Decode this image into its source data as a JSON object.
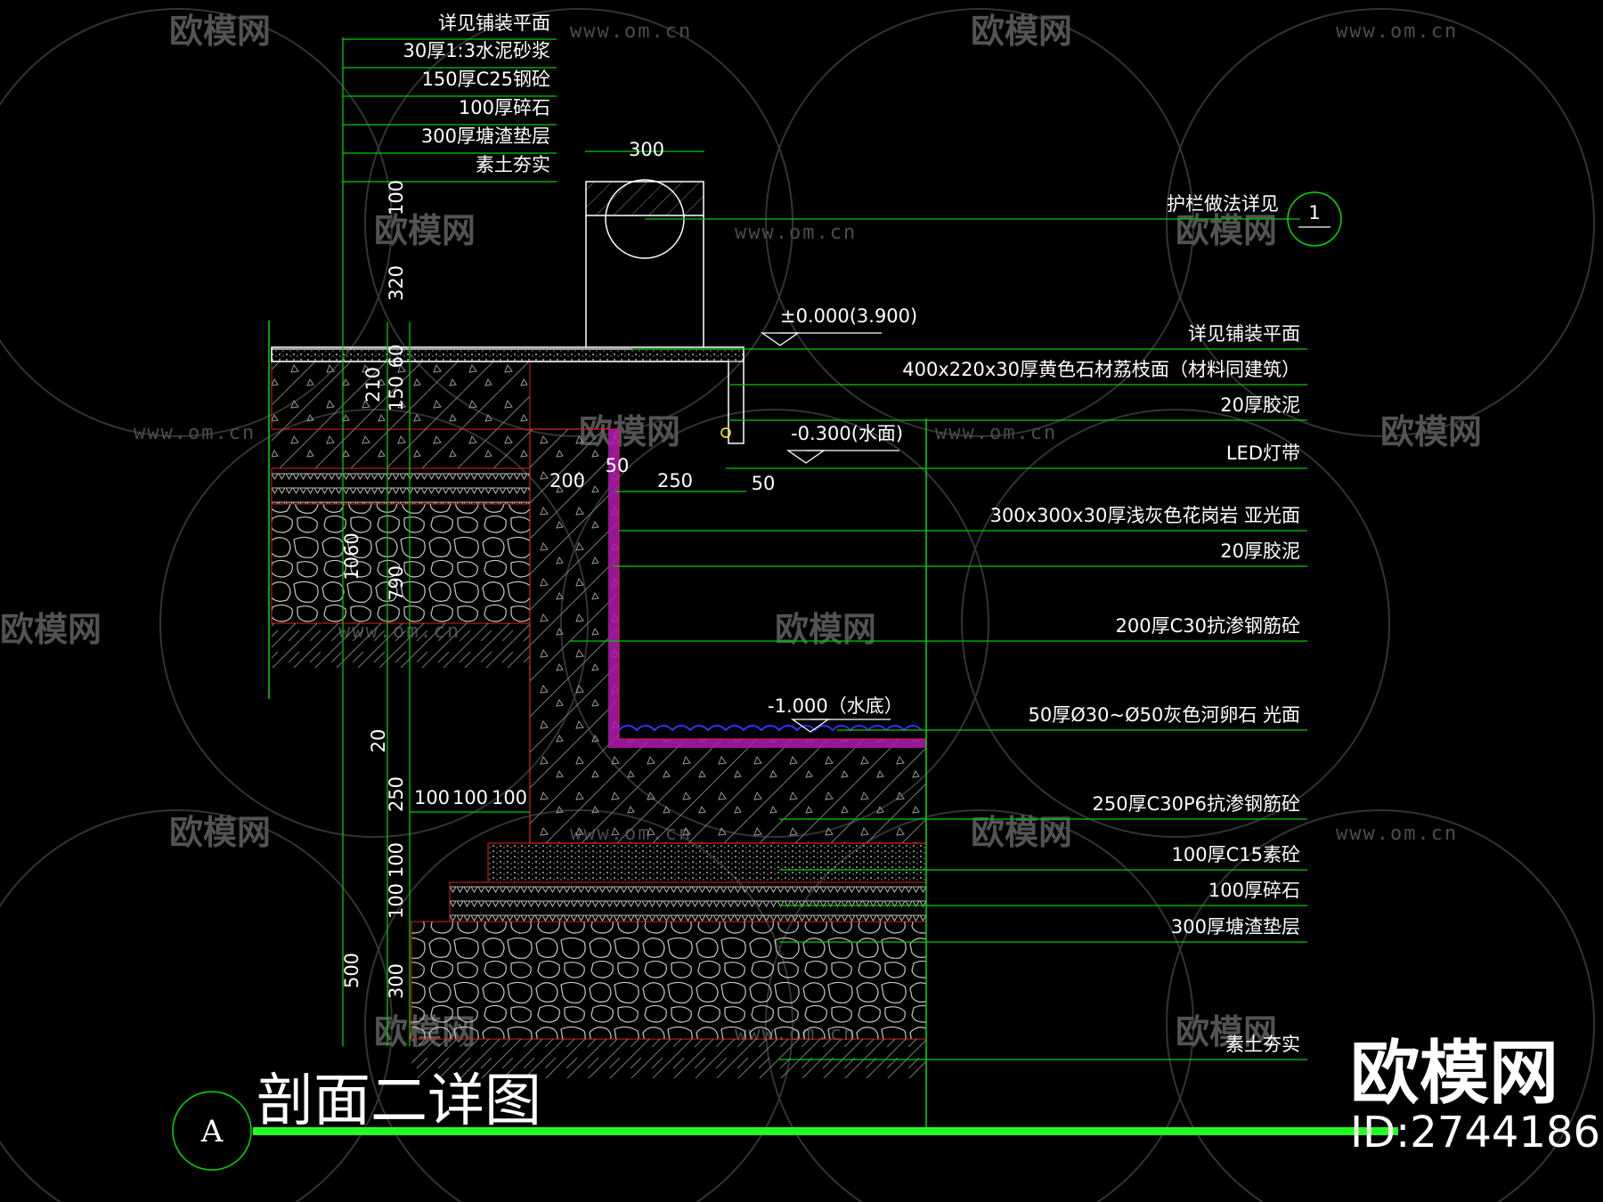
{
  "drawing": {
    "title": "剖面二详图",
    "section_mark": "A",
    "detail_mark": "1",
    "brand": {
      "name": "欧模网",
      "id": "ID:2744186"
    },
    "watermark": {
      "text": "欧模网",
      "url": "www.om.cn"
    }
  },
  "labels_top": [
    "详见铺装平面",
    "30厚1:3水泥砂浆",
    "150厚C25钢砼",
    "100厚碎石",
    "300厚塘渣垫层",
    "素土夯实"
  ],
  "labels_right": [
    "护栏做法详见",
    "详见铺装平面",
    "400x220x30厚黄色石材荔枝面（材料同建筑）",
    "20厚胶泥",
    "LED灯带",
    "300x300x30厚浅灰色花岗岩 亚光面",
    "20厚胶泥",
    "200厚C30抗渗钢筋砼",
    "50厚Ø30~Ø50灰色河卵石 光面",
    "250厚C30P6抗渗钢筋砼",
    "100厚C15素砼",
    "100厚碎石",
    "300厚塘渣垫层",
    "素土夯实"
  ],
  "elevations": [
    "±0.000(3.900)",
    "-0.300(水面)",
    "-1.000（水底）"
  ],
  "dimensions": {
    "top_width": "300",
    "v_left_upper": [
      "100",
      "320",
      "60",
      "150"
    ],
    "v_total_upper": "210",
    "v_mid": "790",
    "v_total_mid": "1060",
    "h_wall": [
      "200",
      "50",
      "250",
      "50"
    ],
    "v_lower": [
      "20",
      "250",
      "100",
      "100",
      "300"
    ],
    "v_total_lower": "500",
    "h_steps": [
      "100",
      "100",
      "100"
    ]
  }
}
